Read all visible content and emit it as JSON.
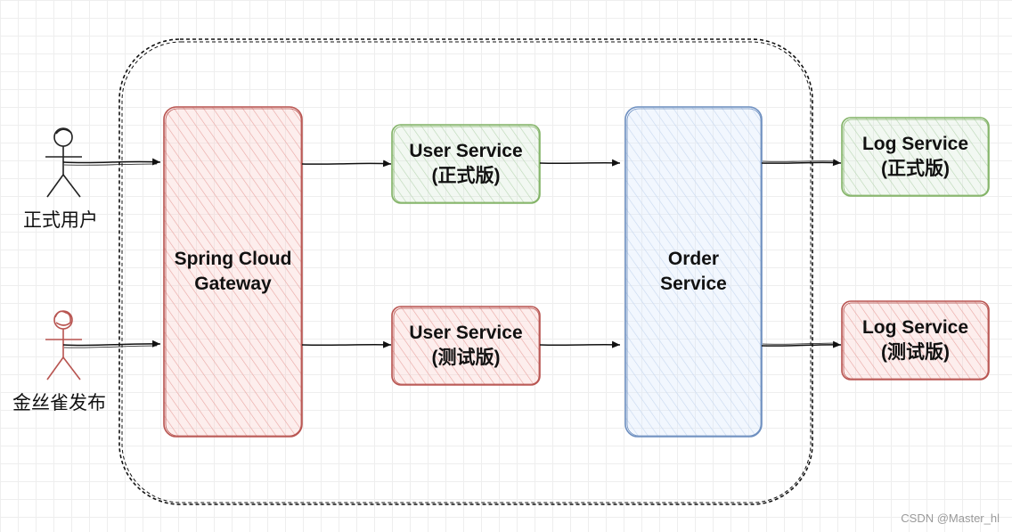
{
  "actors": [
    {
      "id": "official-user",
      "label": "正式用户",
      "color": "#222222"
    },
    {
      "id": "canary-release",
      "label": "金丝雀发布",
      "color": "#b85450"
    }
  ],
  "nodes": {
    "gateway": {
      "line1": "Spring Cloud",
      "line2": "Gateway",
      "fill": "#f8cecc",
      "stroke": "#b85450"
    },
    "user_official": {
      "line1": "User Service",
      "line2": "(正式版)",
      "fill": "#d5e8d4",
      "stroke": "#82b366"
    },
    "user_test": {
      "line1": "User Service",
      "line2": "(测试版)",
      "fill": "#f8cecc",
      "stroke": "#b85450"
    },
    "order": {
      "line1": "Order",
      "line2": "Service",
      "fill": "#dae8fc",
      "stroke": "#6c8ebf"
    },
    "log_official": {
      "line1": "Log Service",
      "line2": "(正式版)",
      "fill": "#d5e8d4",
      "stroke": "#82b366"
    },
    "log_test": {
      "line1": "Log Service",
      "line2": "(测试版)",
      "fill": "#f8cecc",
      "stroke": "#b85450"
    }
  },
  "watermark": "CSDN @Master_hl"
}
